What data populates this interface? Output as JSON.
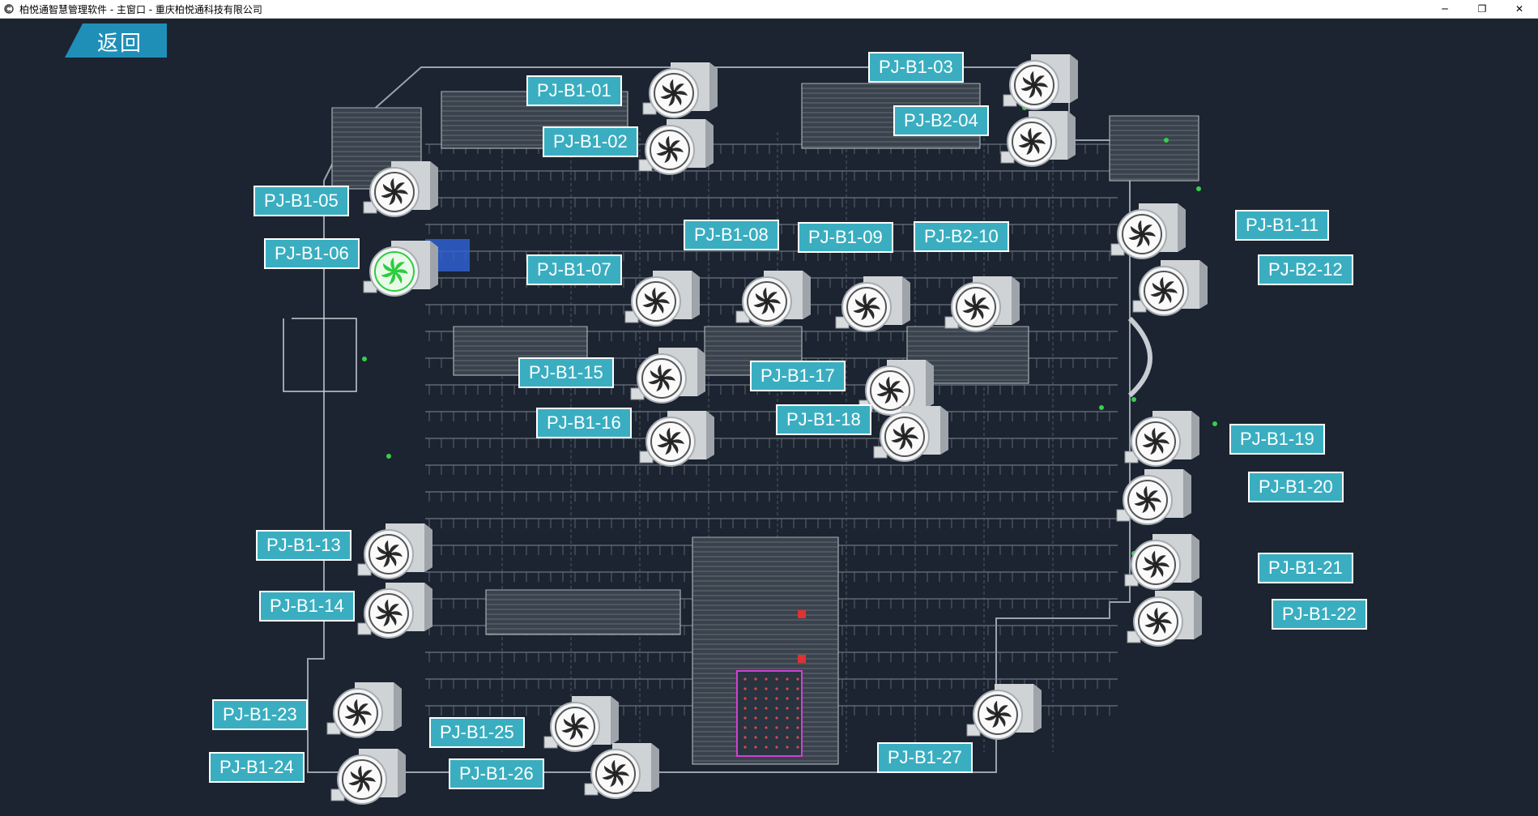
{
  "window": {
    "title": "柏悦通智慧管理软件 - 主窗口 - 重庆柏悦通科技有限公司",
    "minimize": "─",
    "restore": "❐",
    "close": "✕"
  },
  "toolbar": {
    "back_label": "返回"
  },
  "colors": {
    "background": "#1b2430",
    "tag_fill": "#3aaec0",
    "tag_border": "#ffffff",
    "fan_active": "#2ecc40",
    "highlight": "#2f63d9"
  },
  "icons": {
    "fan": "centrifugal-fan-icon",
    "app": "app-logo-icon"
  },
  "fans": [
    {
      "id": "PJ-B1-01",
      "active": false
    },
    {
      "id": "PJ-B1-02",
      "active": false
    },
    {
      "id": "PJ-B1-03",
      "active": false
    },
    {
      "id": "PJ-B2-04",
      "active": false
    },
    {
      "id": "PJ-B1-05",
      "active": false
    },
    {
      "id": "PJ-B1-06",
      "active": true
    },
    {
      "id": "PJ-B1-07",
      "active": false
    },
    {
      "id": "PJ-B1-08",
      "active": false
    },
    {
      "id": "PJ-B1-09",
      "active": false
    },
    {
      "id": "PJ-B2-10",
      "active": false
    },
    {
      "id": "PJ-B1-11",
      "active": false
    },
    {
      "id": "PJ-B2-12",
      "active": false
    },
    {
      "id": "PJ-B1-13",
      "active": false
    },
    {
      "id": "PJ-B1-14",
      "active": false
    },
    {
      "id": "PJ-B1-15",
      "active": false
    },
    {
      "id": "PJ-B1-16",
      "active": false
    },
    {
      "id": "PJ-B1-17",
      "active": false
    },
    {
      "id": "PJ-B1-18",
      "active": false
    },
    {
      "id": "PJ-B1-19",
      "active": false
    },
    {
      "id": "PJ-B1-20",
      "active": false
    },
    {
      "id": "PJ-B1-21",
      "active": false
    },
    {
      "id": "PJ-B1-22",
      "active": false
    },
    {
      "id": "PJ-B1-23",
      "active": false
    },
    {
      "id": "PJ-B1-24",
      "active": false
    },
    {
      "id": "PJ-B1-25",
      "active": false
    },
    {
      "id": "PJ-B1-26",
      "active": false
    },
    {
      "id": "PJ-B1-27",
      "active": false
    }
  ]
}
